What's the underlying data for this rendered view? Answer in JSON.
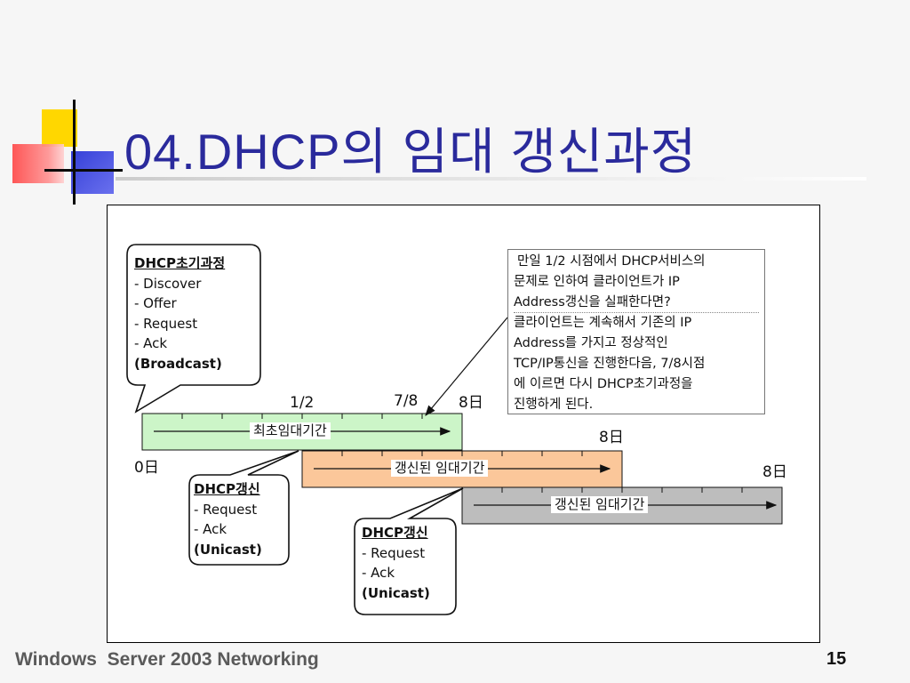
{
  "title": "04.DHCP의 임대 갱신과정",
  "footer": "Windows  Server 2003 Networking",
  "page_number": "15",
  "diagram": {
    "initial_box": {
      "heading": "DHCP초기과정",
      "items": [
        "- Discover",
        "- Offer",
        "- Request",
        "- Ack"
      ],
      "mode": "(Broadcast)"
    },
    "renew_box_1": {
      "heading": "DHCP갱신",
      "items": [
        "- Request",
        "- Ack"
      ],
      "mode": "(Unicast)"
    },
    "renew_box_2": {
      "heading": "DHCP갱신",
      "items": [
        "- Request",
        "- Ack"
      ],
      "mode": "(Unicast)"
    },
    "note_lines": [
      "만일 1/2 시점에서 DHCP서비스의",
      "문제로 인하여 클라이언트가 IP",
      "Address갱신을 실패한다면?",
      "클라이언트는 계속해서 기존의 IP",
      "Address를 가지고 정상적인",
      "TCP/IP통신을 진행한다음, 7/8시점",
      "에 이르면 다시 DHCP초기과정을",
      "진행하게 된다."
    ],
    "markers": {
      "half": "1/2",
      "seven_eighths": "7/8",
      "day0": "0日",
      "day8_a": "8日",
      "day8_b": "8日",
      "day8_c": "8日"
    },
    "bars": {
      "first": "최초임대기간",
      "second": "갱신된 임대기간",
      "third": "갱신된 임대기간"
    },
    "colors": {
      "first_bar": "#ccf5c8",
      "second_bar": "#fbc79a",
      "third_bar": "#bdbdbd"
    }
  }
}
